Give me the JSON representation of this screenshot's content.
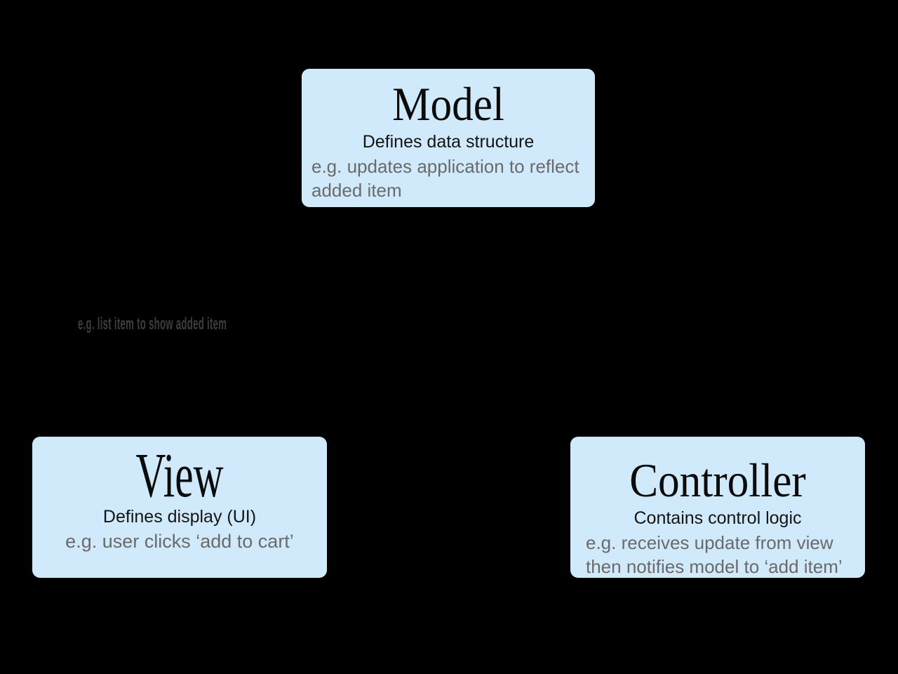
{
  "colors": {
    "background": "#000000",
    "box_fill": "#d0eafb",
    "title_text": "#0b0b0b",
    "subtitle_text": "#141414",
    "example_text": "#6a6a6a",
    "edge_label_text": "#3d3d3d"
  },
  "nodes": {
    "model": {
      "title": "Model",
      "subtitle": "Defines data structure",
      "example_lines": [
        "e.g. updates application to reflect",
        "added item"
      ]
    },
    "view": {
      "title": "View",
      "subtitle": "Defines display (UI)",
      "example_lines": [
        "e.g. user clicks ‘add to cart’"
      ]
    },
    "controller": {
      "title": "Controller",
      "subtitle": "Contains control logic",
      "example_lines": [
        "e.g. receives update from view",
        "then notifies model to ‘add item’"
      ]
    }
  },
  "edge_label": "e.g. list item to show added item"
}
